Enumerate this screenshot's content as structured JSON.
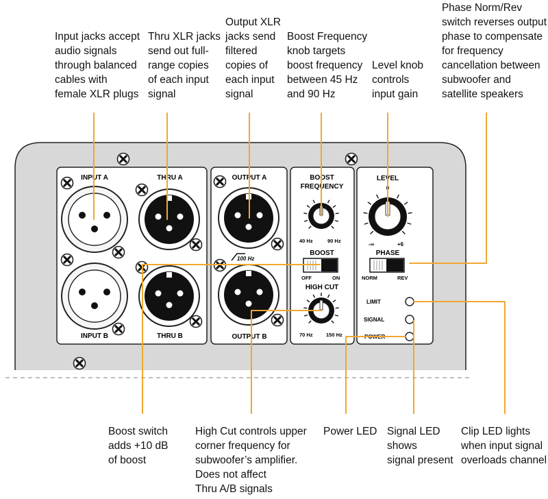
{
  "colors": {
    "leader": "#f0a830",
    "panel": "#d8d8d8",
    "subpanel": "#ffffff",
    "outline": "#222222",
    "dashed_line": "#aaaaaa"
  },
  "callouts": {
    "input_jacks": [
      "Input jacks  accept",
      "audio signals",
      "through balanced",
      "cables with",
      "female XLR plugs"
    ],
    "thru_jacks": [
      "Thru XLR jacks",
      "send out full-",
      "range copies",
      "of each input",
      "signal"
    ],
    "output_jacks": [
      "Output XLR",
      "jacks send",
      "filtered",
      "copies of",
      "each input",
      "signal"
    ],
    "boost_frequency": [
      "Boost Frequency",
      "knob targets",
      "boost frequency",
      "between 45 Hz",
      "and 90 Hz"
    ],
    "level_knob": [
      "Level knob",
      "controls",
      "input gain"
    ],
    "phase_switch": [
      "Phase Norm/Rev",
      "switch reverses output",
      "phase to compensate",
      "for frequency",
      "cancellation between",
      "subwoofer and",
      "satellite speakers"
    ],
    "boost_switch": [
      "Boost switch",
      "adds +10 dB",
      "of boost"
    ],
    "high_cut": [
      "High Cut controls upper",
      "corner frequency for",
      "subwoofer’s amplifier.",
      "Does not affect",
      "Thru A/B signals"
    ],
    "power_led": [
      "Power LED"
    ],
    "signal_led": [
      "Signal LED",
      "shows",
      "signal present"
    ],
    "clip_led": [
      "Clip LED lights",
      "when input signal",
      "overloads channel"
    ]
  },
  "panel": {
    "input_a": "INPUT A",
    "input_b": "INPUT B",
    "thru_a": "THRU A",
    "thru_b": "THRU B",
    "output_a": "OUTPUT A",
    "output_b": "OUTPUT B",
    "boost_frequency_1": "BOOST",
    "boost_frequency_2": "FREQUENCY",
    "boost_min": "40 Hz",
    "boost_max": "90 Hz",
    "filter_note": "100 Hz",
    "boost_switch": "BOOST",
    "boost_off": "OFF",
    "boost_on": "ON",
    "high_cut": "HIGH CUT",
    "high_cut_min": "70 Hz",
    "high_cut_max": "150 Hz",
    "level": "LEVEL",
    "level_zero": "0",
    "level_min": "-∞",
    "level_max": "+6",
    "phase": "PHASE",
    "phase_norm": "NORM",
    "phase_rev": "REV",
    "limit": "LIMIT",
    "signal": "SIGNAL",
    "power": "POWER"
  },
  "icons": {
    "screw": "screw-icon",
    "xlr_female": "xlr-female-jack-icon",
    "xlr_male": "xlr-male-jack-icon",
    "knob": "knob-icon",
    "toggle": "toggle-switch-icon",
    "led": "led-icon"
  }
}
